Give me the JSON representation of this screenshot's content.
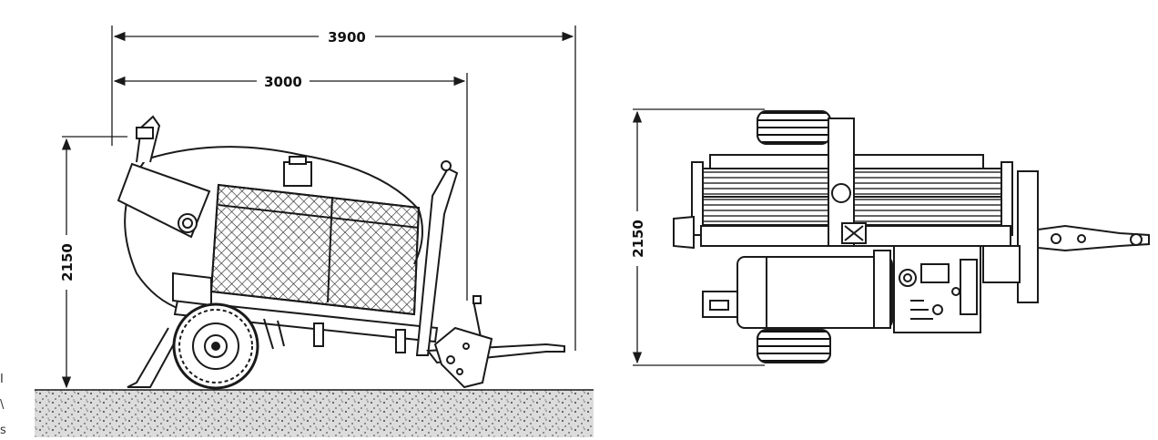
{
  "dimensions": {
    "overall_length": "3900",
    "body_length": "3000",
    "side_height": "2150",
    "top_width": "2150"
  },
  "edge_glyphs": [
    "I",
    "\\",
    "s"
  ],
  "colors": {
    "ink": "#1a1a1a",
    "ground_bg": "#d8d8d8",
    "paper": "#ffffff"
  }
}
